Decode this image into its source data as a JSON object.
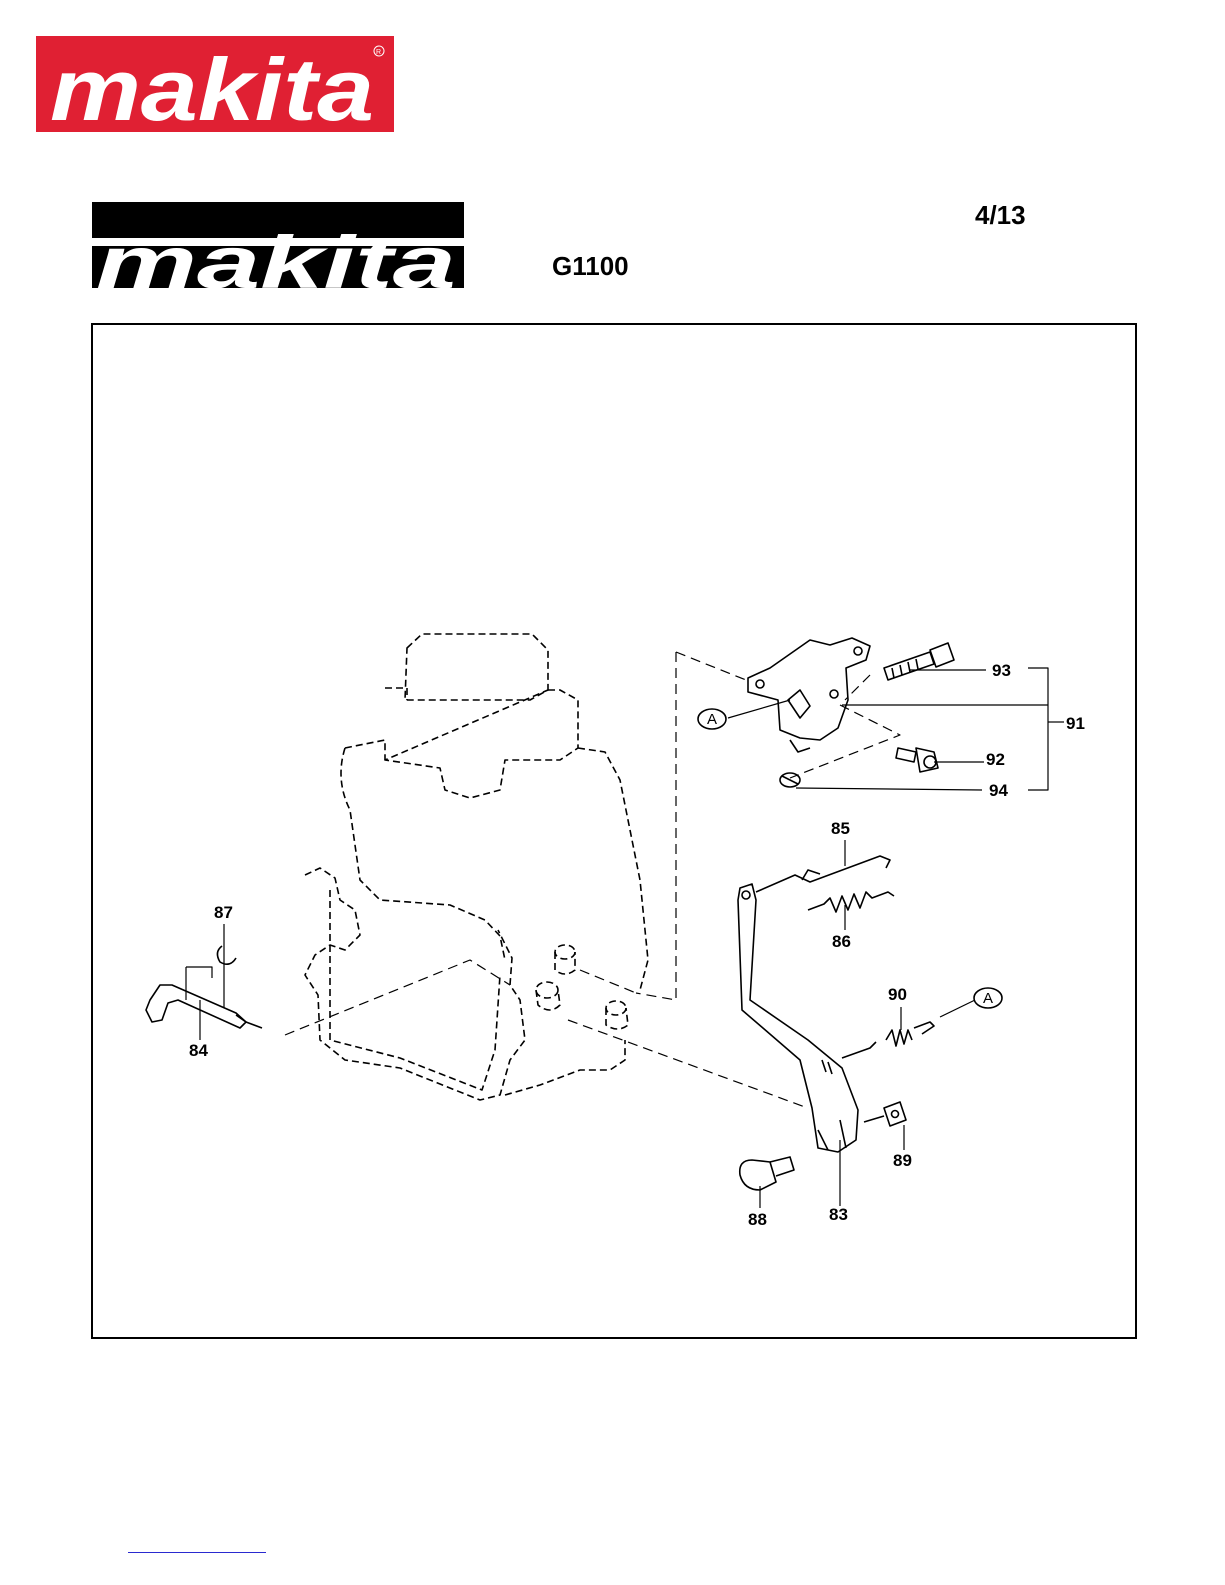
{
  "brand": {
    "logo_text": "makita",
    "logo_color": "#e02033",
    "small_logo_bg": "#000000"
  },
  "header": {
    "page_number": "4/13",
    "model": "G1100"
  },
  "diagram": {
    "parts": [
      {
        "id": "83",
        "label": "83"
      },
      {
        "id": "84",
        "label": "84"
      },
      {
        "id": "85",
        "label": "85"
      },
      {
        "id": "86",
        "label": "86"
      },
      {
        "id": "87",
        "label": "87"
      },
      {
        "id": "88",
        "label": "88"
      },
      {
        "id": "89",
        "label": "89"
      },
      {
        "id": "90",
        "label": "90"
      },
      {
        "id": "91",
        "label": "91"
      },
      {
        "id": "92",
        "label": "92"
      },
      {
        "id": "93",
        "label": "93"
      },
      {
        "id": "94",
        "label": "94"
      }
    ],
    "reference_marks": [
      "A",
      "A"
    ]
  }
}
